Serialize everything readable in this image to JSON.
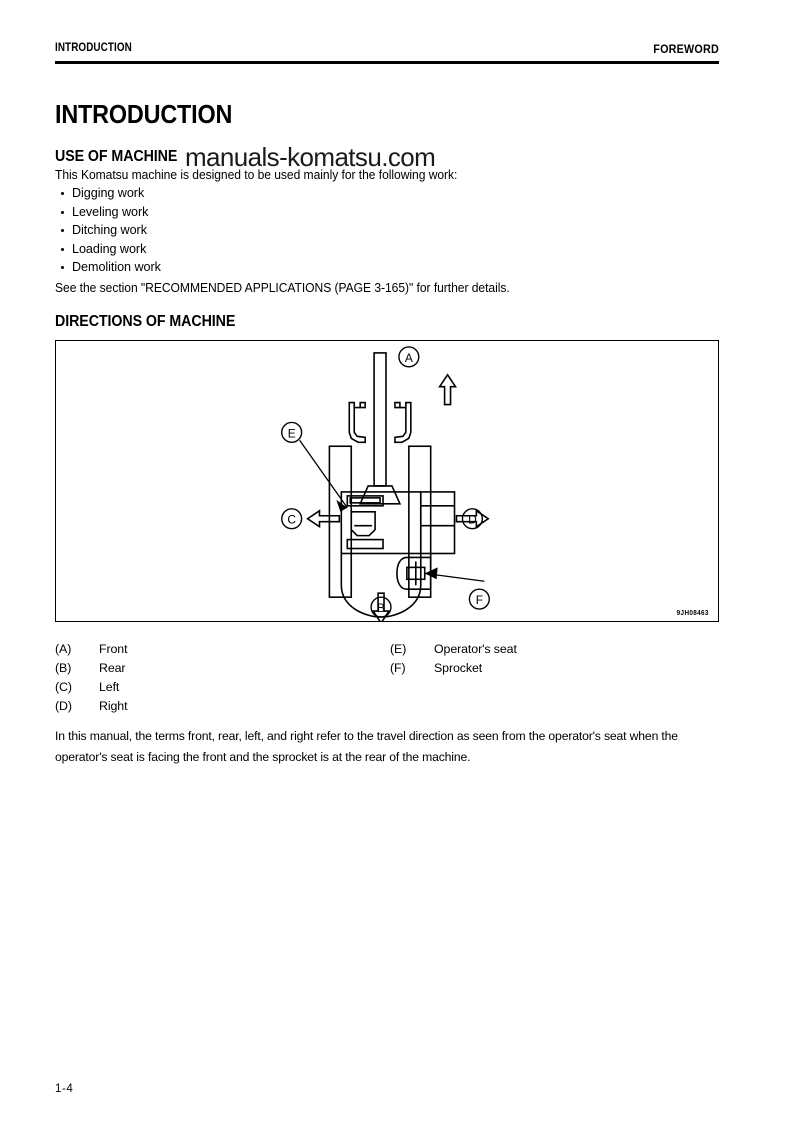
{
  "header": {
    "left": "INTRODUCTION",
    "right": "FOREWORD"
  },
  "title": "INTRODUCTION",
  "watermark": "manuals-komatsu.com",
  "sections": {
    "use_of_machine": {
      "heading": "USE OF MACHINE",
      "intro": "This Komatsu machine is designed to be used mainly for the following work:",
      "bullets": [
        "Digging work",
        "Leveling work",
        "Ditching work",
        "Loading work",
        "Demolition work"
      ],
      "see_also": "See the section \"RECOMMENDED APPLICATIONS (PAGE 3-165)\" for further details."
    },
    "directions_of_machine": {
      "heading": "DIRECTIONS OF MACHINE",
      "figure": {
        "reference_code": "9JH08463",
        "callouts": [
          {
            "key": "A",
            "position": "top",
            "meaning": "Front"
          },
          {
            "key": "B",
            "position": "bottom",
            "meaning": "Rear"
          },
          {
            "key": "C",
            "position": "left",
            "meaning": "Left"
          },
          {
            "key": "D",
            "position": "right",
            "meaning": "Right"
          },
          {
            "key": "E",
            "position": "upper-left-leader",
            "meaning": "Operator's seat"
          },
          {
            "key": "F",
            "position": "lower-right-leader",
            "meaning": "Sprocket"
          }
        ]
      },
      "legend_left": [
        {
          "key": "(A)",
          "label": "Front"
        },
        {
          "key": "(B)",
          "label": "Rear"
        },
        {
          "key": "(C)",
          "label": "Left"
        },
        {
          "key": "(D)",
          "label": "Right"
        }
      ],
      "legend_right": [
        {
          "key": "(E)",
          "label": "Operator's seat"
        },
        {
          "key": "(F)",
          "label": "Sprocket"
        }
      ],
      "closing": "In this manual, the terms front, rear, left, and right refer to the travel direction as seen from the operator's seat when the operator's seat is facing the front and the sprocket is at the rear of the machine."
    }
  },
  "footer": {
    "page_number": "1-4"
  },
  "colors": {
    "ink": "#000000",
    "paper": "#ffffff",
    "watermark": "#1b1b1b"
  }
}
